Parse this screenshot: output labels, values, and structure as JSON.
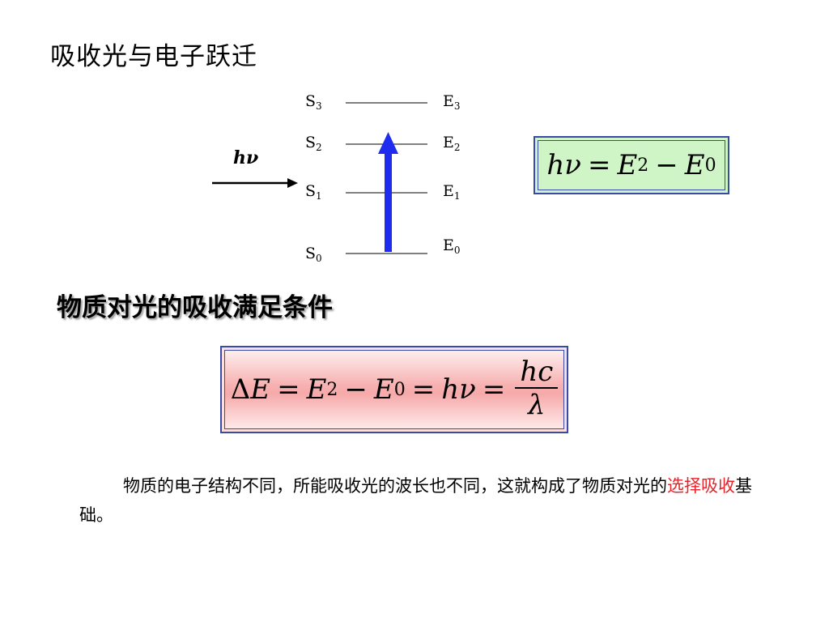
{
  "title": "吸收光与电子跃迁",
  "subtitle": "物质对光的吸收满足条件",
  "diagram": {
    "photon_label": "hν",
    "levels": [
      {
        "s": "S",
        "s_sub": "3",
        "e": "E",
        "e_sub": "3"
      },
      {
        "s": "S",
        "s_sub": "2",
        "e": "E",
        "e_sub": "2"
      },
      {
        "s": "S",
        "s_sub": "1",
        "e": "E",
        "e_sub": "1"
      },
      {
        "s": "S",
        "s_sub": "0",
        "e": "E",
        "e_sub": "0"
      }
    ],
    "arrow_color": "#1e2cf0"
  },
  "formula1": {
    "h": "h",
    "nu": "ν",
    "eq": "=",
    "E": "E",
    "sub2": "2",
    "minus": "−",
    "E0": "E",
    "sub0": "0",
    "box_color": "#cff5c6"
  },
  "formula2": {
    "delta": "Δ",
    "E": "E",
    "eq": "=",
    "E2": "E",
    "sub2": "2",
    "minus": "−",
    "E0": "E",
    "sub0": "0",
    "eq2": "=",
    "h": "h",
    "nu": "ν",
    "eq3": "=",
    "num": "hc",
    "den": "λ",
    "box_color": "#f7b1b1"
  },
  "paragraph": {
    "part1": "物质的电子结构不同，所能吸收光的波长也不同，这就构成了物质对光的",
    "highlight": "选择吸收",
    "part2": "基础。",
    "highlight_color": "#e8232a"
  }
}
